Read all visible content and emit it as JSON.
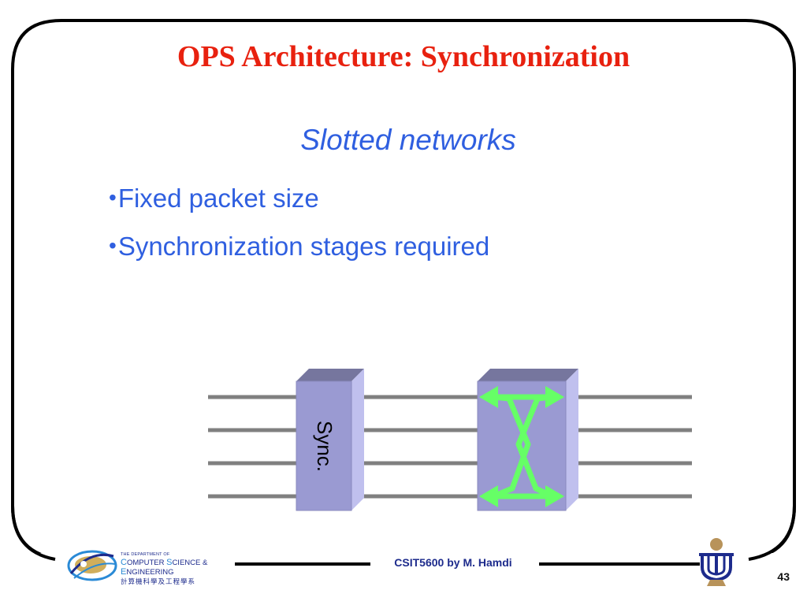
{
  "slide": {
    "title": "OPS Architecture: Synchronization",
    "subtitle": "Slotted networks",
    "bullets": [
      "Fixed packet size",
      "Synchronization stages required"
    ],
    "bullet_symbol": "•"
  },
  "diagram": {
    "sync_label": "Sync.",
    "input_lines": 4,
    "colors": {
      "lines": "#808080",
      "box_front": "#9a9ad2",
      "box_top": "#76769e",
      "box_side": "#c0c0ee",
      "arrows": "#66ff66"
    }
  },
  "footer": {
    "course": "CSIT5600 by M. Hamdi",
    "page_number": "43",
    "dept_small": "THE DEPARTMENT OF",
    "dept_line1_parts": [
      "C",
      "OMPUTER ",
      "S",
      "CIENCE &"
    ],
    "dept_line2_parts": [
      "E",
      "NGINEERING"
    ],
    "dept_chinese": "計算機科學及工程學系"
  },
  "colors": {
    "title": "#e8210f",
    "body_text": "#2f5fe0",
    "footer_text": "#1d2b8c",
    "frame": "#000000"
  }
}
